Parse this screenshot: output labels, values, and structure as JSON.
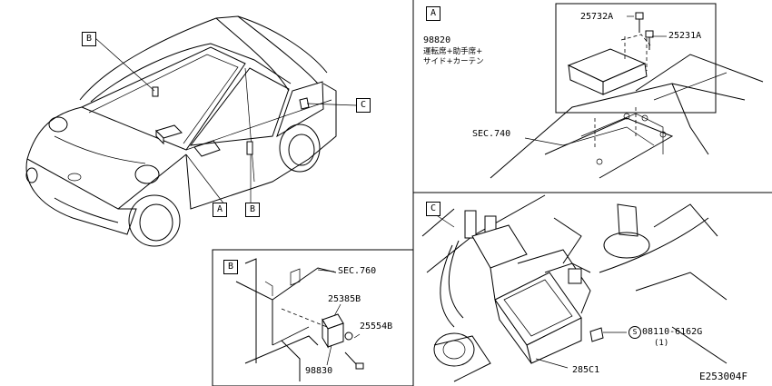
{
  "panels": {
    "a": {
      "callout": "A",
      "kanji_lines": [
        "98820",
        "運転席+助手席+",
        "サイド+カーテン"
      ],
      "parts": {
        "left": "25732A",
        "right": "25231A"
      },
      "section": "SEC.740"
    },
    "b": {
      "callout": "B",
      "section": "SEC.760",
      "parts": {
        "upper": "25385B",
        "right": "25554B",
        "lower": "98830"
      }
    },
    "c": {
      "callout": "C",
      "bolt": "08110-6162G",
      "bolt_qty": "(1)",
      "bolt_symbol": "S",
      "part": "285C1"
    }
  },
  "car_callouts": {
    "b_top": "B",
    "c": "C",
    "a_bottom": "A",
    "b_bottom": "B"
  },
  "footer": {
    "code": "E253004F"
  }
}
